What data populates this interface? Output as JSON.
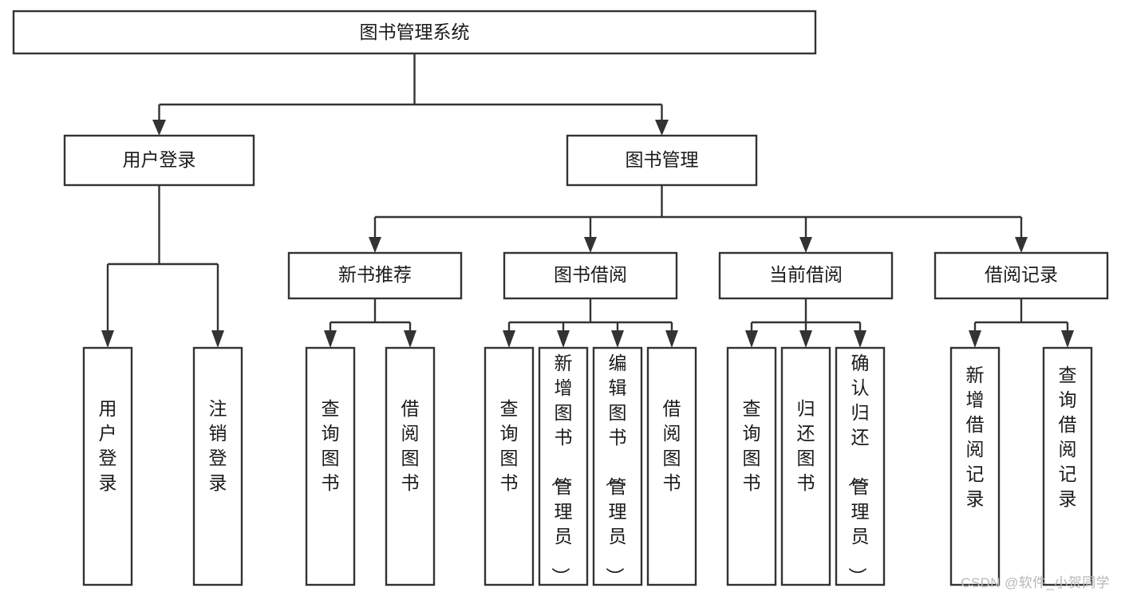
{
  "diagram": {
    "type": "tree-hierarchy",
    "title": "图书管理系统",
    "watermark": "CSDN @软件_小贺同学",
    "colors": {
      "box_stroke": "#333333",
      "box_fill": "#ffffff",
      "text": "#1a1a1a",
      "background": "#ffffff",
      "watermark": "#b8b8b8"
    },
    "levels": [
      {
        "level": 1,
        "nodes": [
          {
            "id": "root",
            "label": "图书管理系统",
            "orientation": "horizontal"
          }
        ]
      },
      {
        "level": 2,
        "nodes": [
          {
            "id": "login",
            "label": "用户登录",
            "orientation": "horizontal",
            "parent": "root"
          },
          {
            "id": "bookmgmt",
            "label": "图书管理",
            "orientation": "horizontal",
            "parent": "root"
          }
        ]
      },
      {
        "level": 3,
        "nodes": [
          {
            "id": "newbook",
            "label": "新书推荐",
            "orientation": "horizontal",
            "parent": "bookmgmt"
          },
          {
            "id": "borrow",
            "label": "图书借阅",
            "orientation": "horizontal",
            "parent": "bookmgmt"
          },
          {
            "id": "current",
            "label": "当前借阅",
            "orientation": "horizontal",
            "parent": "bookmgmt"
          },
          {
            "id": "records",
            "label": "借阅记录",
            "orientation": "horizontal",
            "parent": "bookmgmt"
          }
        ]
      },
      {
        "level": 4,
        "nodes": [
          {
            "id": "leaf-1",
            "label": "用户登录",
            "orientation": "vertical",
            "parent": "login"
          },
          {
            "id": "leaf-2",
            "label": "注销登录",
            "orientation": "vertical",
            "parent": "login"
          },
          {
            "id": "leaf-3",
            "label": "查询图书",
            "orientation": "vertical",
            "parent": "newbook"
          },
          {
            "id": "leaf-4",
            "label": "借阅图书",
            "orientation": "vertical",
            "parent": "newbook"
          },
          {
            "id": "leaf-5",
            "label": "查询图书",
            "orientation": "vertical",
            "parent": "borrow"
          },
          {
            "id": "leaf-6",
            "label": "新增图书（管理员）",
            "orientation": "vertical",
            "parent": "borrow"
          },
          {
            "id": "leaf-7",
            "label": "编辑图书（管理员）",
            "orientation": "vertical",
            "parent": "borrow"
          },
          {
            "id": "leaf-8",
            "label": "借阅图书",
            "orientation": "vertical",
            "parent": "borrow"
          },
          {
            "id": "leaf-9",
            "label": "查询图书",
            "orientation": "vertical",
            "parent": "current"
          },
          {
            "id": "leaf-10",
            "label": "归还图书",
            "orientation": "vertical",
            "parent": "current"
          },
          {
            "id": "leaf-11",
            "label": "确认归还（管理员）",
            "orientation": "vertical",
            "parent": "current"
          },
          {
            "id": "leaf-12",
            "label": "新增借阅记录",
            "orientation": "vertical",
            "parent": "records"
          },
          {
            "id": "leaf-13",
            "label": "查询借阅记录",
            "orientation": "vertical",
            "parent": "records"
          }
        ]
      }
    ]
  }
}
